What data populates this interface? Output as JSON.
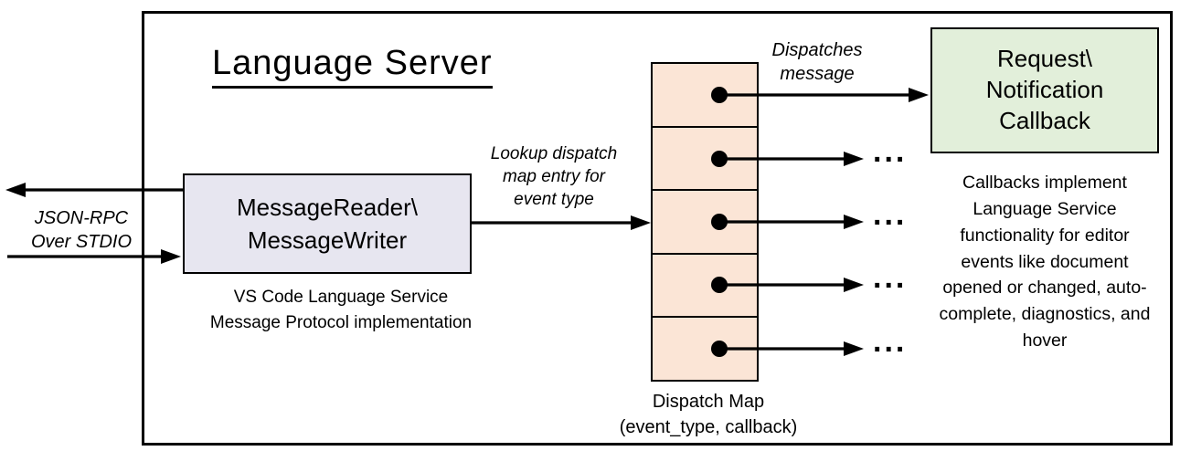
{
  "title": "Language Server",
  "transport": {
    "line1": "JSON-RPC",
    "line2": "Over STDIO"
  },
  "reader_box": {
    "line1": "MessageReader\\",
    "line2": "MessageWriter"
  },
  "reader_caption": {
    "line1": "VS Code Language Service",
    "line2": "Message Protocol implementation"
  },
  "lookup_label": "Lookup dispatch map entry for event type",
  "dispatches_label": {
    "line1": "Dispatches",
    "line2": "message"
  },
  "callback_box": {
    "line1": "Request\\",
    "line2": "Notification",
    "line3": "Callback"
  },
  "callbacks_note": "Callbacks implement Language Service functionality for editor events like document opened or changed, auto-complete, diagnostics, and hover",
  "dispatch_map_caption": {
    "line1": "Dispatch Map",
    "line2": "(event_type, callback)"
  },
  "ellipsis": "...",
  "colors": {
    "reader_fill": "#e7e6f0",
    "dispatch_fill": "#fbe5d6",
    "callback_fill": "#e2efda",
    "line": "#000000"
  }
}
